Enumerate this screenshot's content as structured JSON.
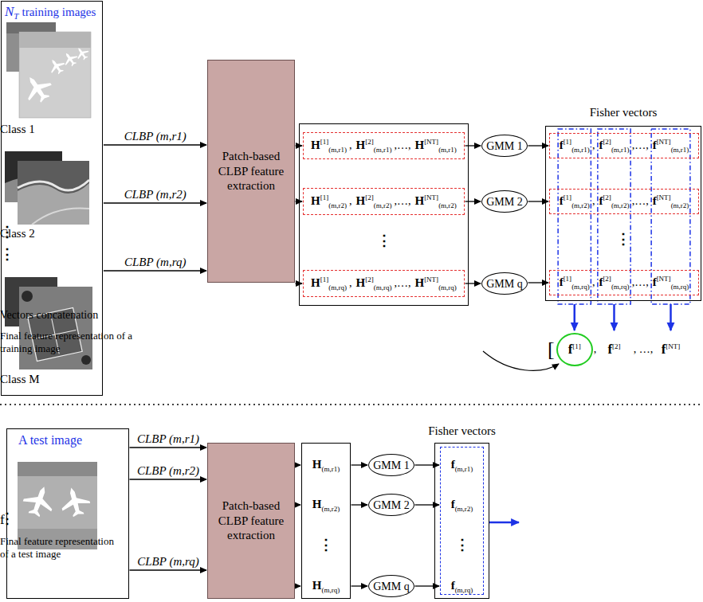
{
  "diagram": {
    "nodes": [
      {
        "text": [
          "N",
          "T",
          "training images"
        ]
      },
      {
        "text": [
          "Patch-based CLBP feature extraction"
        ]
      },
      {
        "text": [
          "⋮"
        ]
      },
      {
        "text": [
          "H",
          "[1]",
          "(m,r1)",
          ",",
          "H",
          "[2]",
          "(m,r1)",
          ",…,",
          "H",
          "[NT]",
          "(m,r1)"
        ],
        "in": 2
      },
      {
        "text": [
          "H",
          "[1]",
          "(m,r2)",
          ",",
          "H",
          "[2]",
          "(m,r2)",
          ",…,",
          "H",
          "[NT]",
          "(m,r2)"
        ],
        "in": 2
      },
      {
        "text": [
          "H",
          "[1]",
          "(m,rq)",
          ",",
          "H",
          "[2]",
          "(m,rq)",
          ",…,",
          "H",
          "[NT]",
          "(m,rq)"
        ],
        "in": 2
      },
      {
        "text": [
          "GMM 1"
        ]
      },
      {
        "text": [
          "GMM 2"
        ]
      },
      {
        "text": [
          "GMM q"
        ]
      },
      {
        "text": [
          "Fisher vectors",
          "⋮"
        ]
      },
      {
        "text": [
          "f",
          "[1]",
          "(m,r1)",
          ",",
          "f",
          "[2]",
          "(m,r1)",
          ",…,",
          "f",
          "[NT]",
          "(m,r1)"
        ],
        "in": 9
      },
      {
        "text": [
          "f",
          "[1]",
          "(m,r2)",
          ",",
          "f",
          "[2]",
          "(m,r2)",
          ",…,",
          "f",
          "[NT]",
          "(m,r2)"
        ],
        "in": 9
      },
      {
        "text": [
          "f",
          "[1]",
          "(m,rq)",
          ",",
          "f",
          "[2]",
          "(m,rq)",
          ",…,",
          "f",
          "[NT]",
          "(m,rq)"
        ],
        "in": 9
      },
      {
        "text": [
          "f",
          "[1]"
        ]
      },
      {
        "text": [
          "A test image"
        ]
      },
      {
        "text": [
          "Patch-based CLBP feature extraction"
        ]
      },
      {
        "text": [
          "H",
          "(m,r1)",
          "H",
          "(m,r2)",
          "⋮",
          "H",
          "(m,rq)"
        ]
      },
      {
        "text": [
          "GMM 1"
        ]
      },
      {
        "text": [
          "GMM 2"
        ]
      },
      {
        "text": [
          "GMM q"
        ]
      },
      {
        "text": [
          "Fisher vectors"
        ]
      },
      {
        "text": [
          "f",
          "(m,r1)",
          "f",
          "(m,r2)",
          "⋮",
          "f",
          "(m,rq)"
        ],
        "in": 20
      }
    ],
    "edges": [
      {
        "from": 0,
        "to": 1,
        "arrow": "to",
        "label": "CLBP (m,r1)"
      },
      {
        "from": 0,
        "to": 1,
        "arrow": "to",
        "label": "CLBP (m,r2)"
      },
      {
        "from": 0,
        "to": 1,
        "arrow": "to",
        "label": "CLBP (m,rq)"
      },
      {
        "from": 1,
        "to": 3,
        "arrow": "to"
      },
      {
        "from": 1,
        "to": 4,
        "arrow": "to"
      },
      {
        "from": 1,
        "to": 5,
        "arrow": "to"
      },
      {
        "from": 3,
        "to": 6,
        "arrow": "to"
      },
      {
        "from": 4,
        "to": 7,
        "arrow": "to"
      },
      {
        "from": 5,
        "to": 8,
        "arrow": "to"
      },
      {
        "from": 6,
        "to": 10,
        "arrow": "to"
      },
      {
        "from": 7,
        "to": 11,
        "arrow": "to"
      },
      {
        "from": 8,
        "to": 12,
        "arrow": "to"
      },
      {
        "from": 14,
        "to": 15,
        "arrow": "to",
        "label": "CLBP (m,r1)"
      },
      {
        "from": 14,
        "to": 15,
        "arrow": "to",
        "label": "CLBP (m,r2)"
      },
      {
        "from": 14,
        "to": 15,
        "arrow": "to",
        "label": "CLBP (m,rq)"
      },
      {
        "from": 15,
        "to": 16,
        "arrow": "to"
      },
      {
        "from": 15,
        "to": 16,
        "arrow": "to"
      },
      {
        "from": 15,
        "to": 16,
        "arrow": "to"
      },
      {
        "from": 16,
        "to": 17,
        "arrow": "to"
      },
      {
        "from": 16,
        "to": 18,
        "arrow": "to"
      },
      {
        "from": 16,
        "to": 19,
        "arrow": "to"
      },
      {
        "from": 17,
        "to": 21,
        "arrow": "to"
      },
      {
        "from": 18,
        "to": 21,
        "arrow": "to"
      },
      {
        "from": 19,
        "to": 21,
        "arrow": "to"
      }
    ],
    "labels": [
      "Class 1",
      "Class 2",
      "⋮",
      "Class M",
      "⋮",
      "Vectors concatenation",
      "Final feature representation of a training image",
      "[",
      ",",
      "f",
      "[2]",
      ", …,",
      "f",
      "[NT]",
      "⋮",
      "f",
      "Final feature representation of a test image"
    ]
  }
}
